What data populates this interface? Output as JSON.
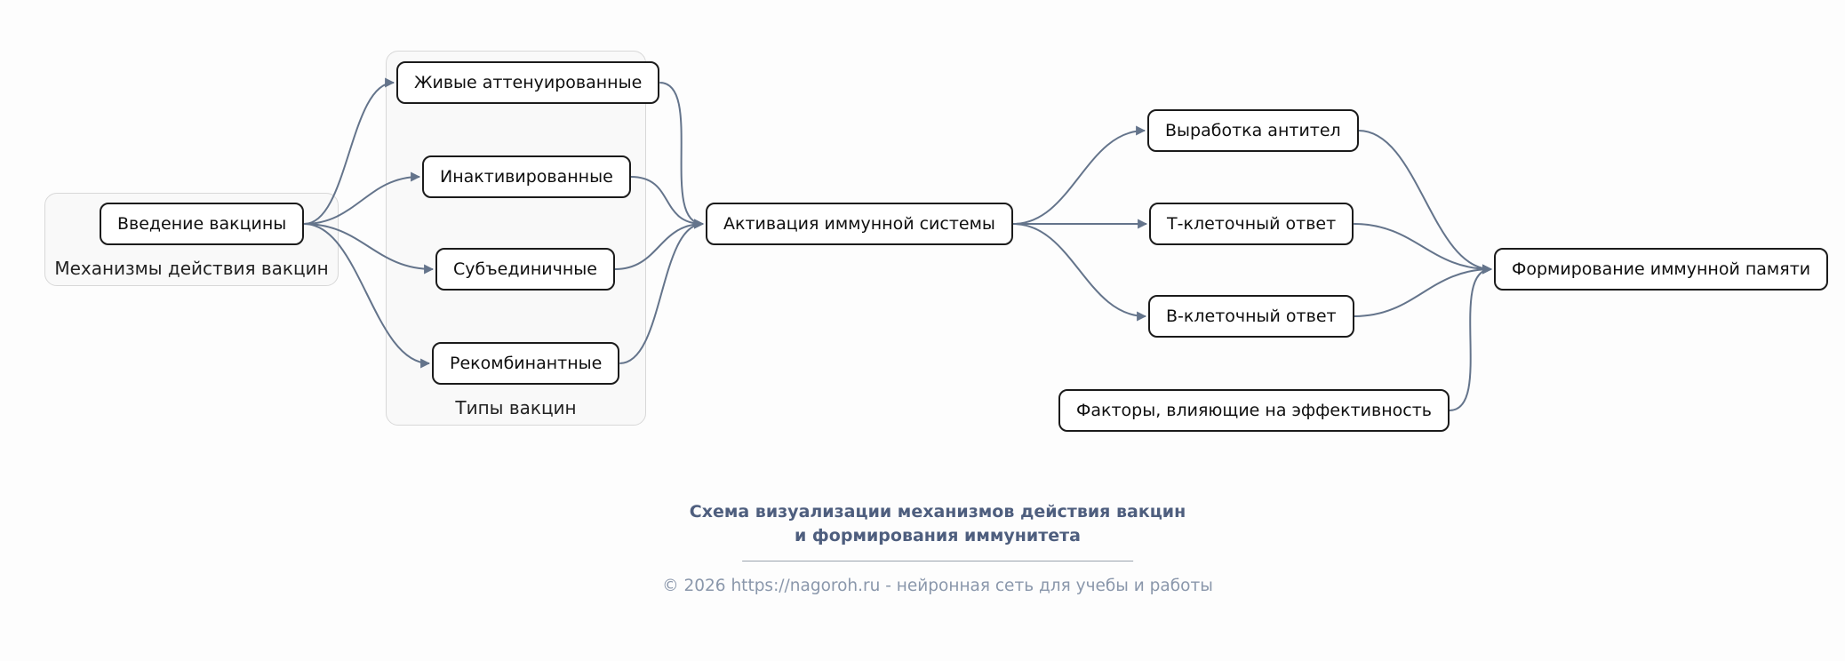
{
  "groups": {
    "mechanisms": {
      "label": "Механизмы действия вакцин"
    },
    "types": {
      "label": "Типы вакцин"
    }
  },
  "nodes": {
    "vvedenie": {
      "label": "Введение вакцины"
    },
    "zhivye": {
      "label": "Живые аттенуированные"
    },
    "inaktiv": {
      "label": "Инактивированные"
    },
    "subyed": {
      "label": "Субъединичные"
    },
    "rekomb": {
      "label": "Рекомбинантные"
    },
    "aktivacia": {
      "label": "Активация иммунной системы"
    },
    "vyrabotka": {
      "label": "Выработка антител"
    },
    "t_otvet": {
      "label": "Т-клеточный ответ"
    },
    "b_otvet": {
      "label": "В-клеточный ответ"
    },
    "faktory": {
      "label": "Факторы, влияющие на эффективность"
    },
    "formirovanie": {
      "label": "Формирование иммунной памяти"
    }
  },
  "edges": [
    {
      "from": "vvedenie",
      "to": "zhivye"
    },
    {
      "from": "vvedenie",
      "to": "inaktiv"
    },
    {
      "from": "vvedenie",
      "to": "subyed"
    },
    {
      "from": "vvedenie",
      "to": "rekomb"
    },
    {
      "from": "zhivye",
      "to": "aktivacia"
    },
    {
      "from": "inaktiv",
      "to": "aktivacia"
    },
    {
      "from": "subyed",
      "to": "aktivacia"
    },
    {
      "from": "rekomb",
      "to": "aktivacia"
    },
    {
      "from": "aktivacia",
      "to": "vyrabotka"
    },
    {
      "from": "aktivacia",
      "to": "t_otvet"
    },
    {
      "from": "aktivacia",
      "to": "b_otvet"
    },
    {
      "from": "vyrabotka",
      "to": "formirovanie"
    },
    {
      "from": "t_otvet",
      "to": "formirovanie"
    },
    {
      "from": "b_otvet",
      "to": "formirovanie"
    },
    {
      "from": "faktory",
      "to": "formirovanie"
    }
  ],
  "footer": {
    "title_line1": "Схема визуализации механизмов действия вакцин",
    "title_line2": "и формирования иммунитета",
    "copyright": "© 2026 https://nagoroh.ru - нейронная сеть для учебы и работы"
  },
  "colors": {
    "edge": "#64748b",
    "node_border": "#1b1b1b",
    "group_border": "#d8d8d8",
    "title_text": "#4e5e7e",
    "copyright_text": "#8a97ab"
  }
}
